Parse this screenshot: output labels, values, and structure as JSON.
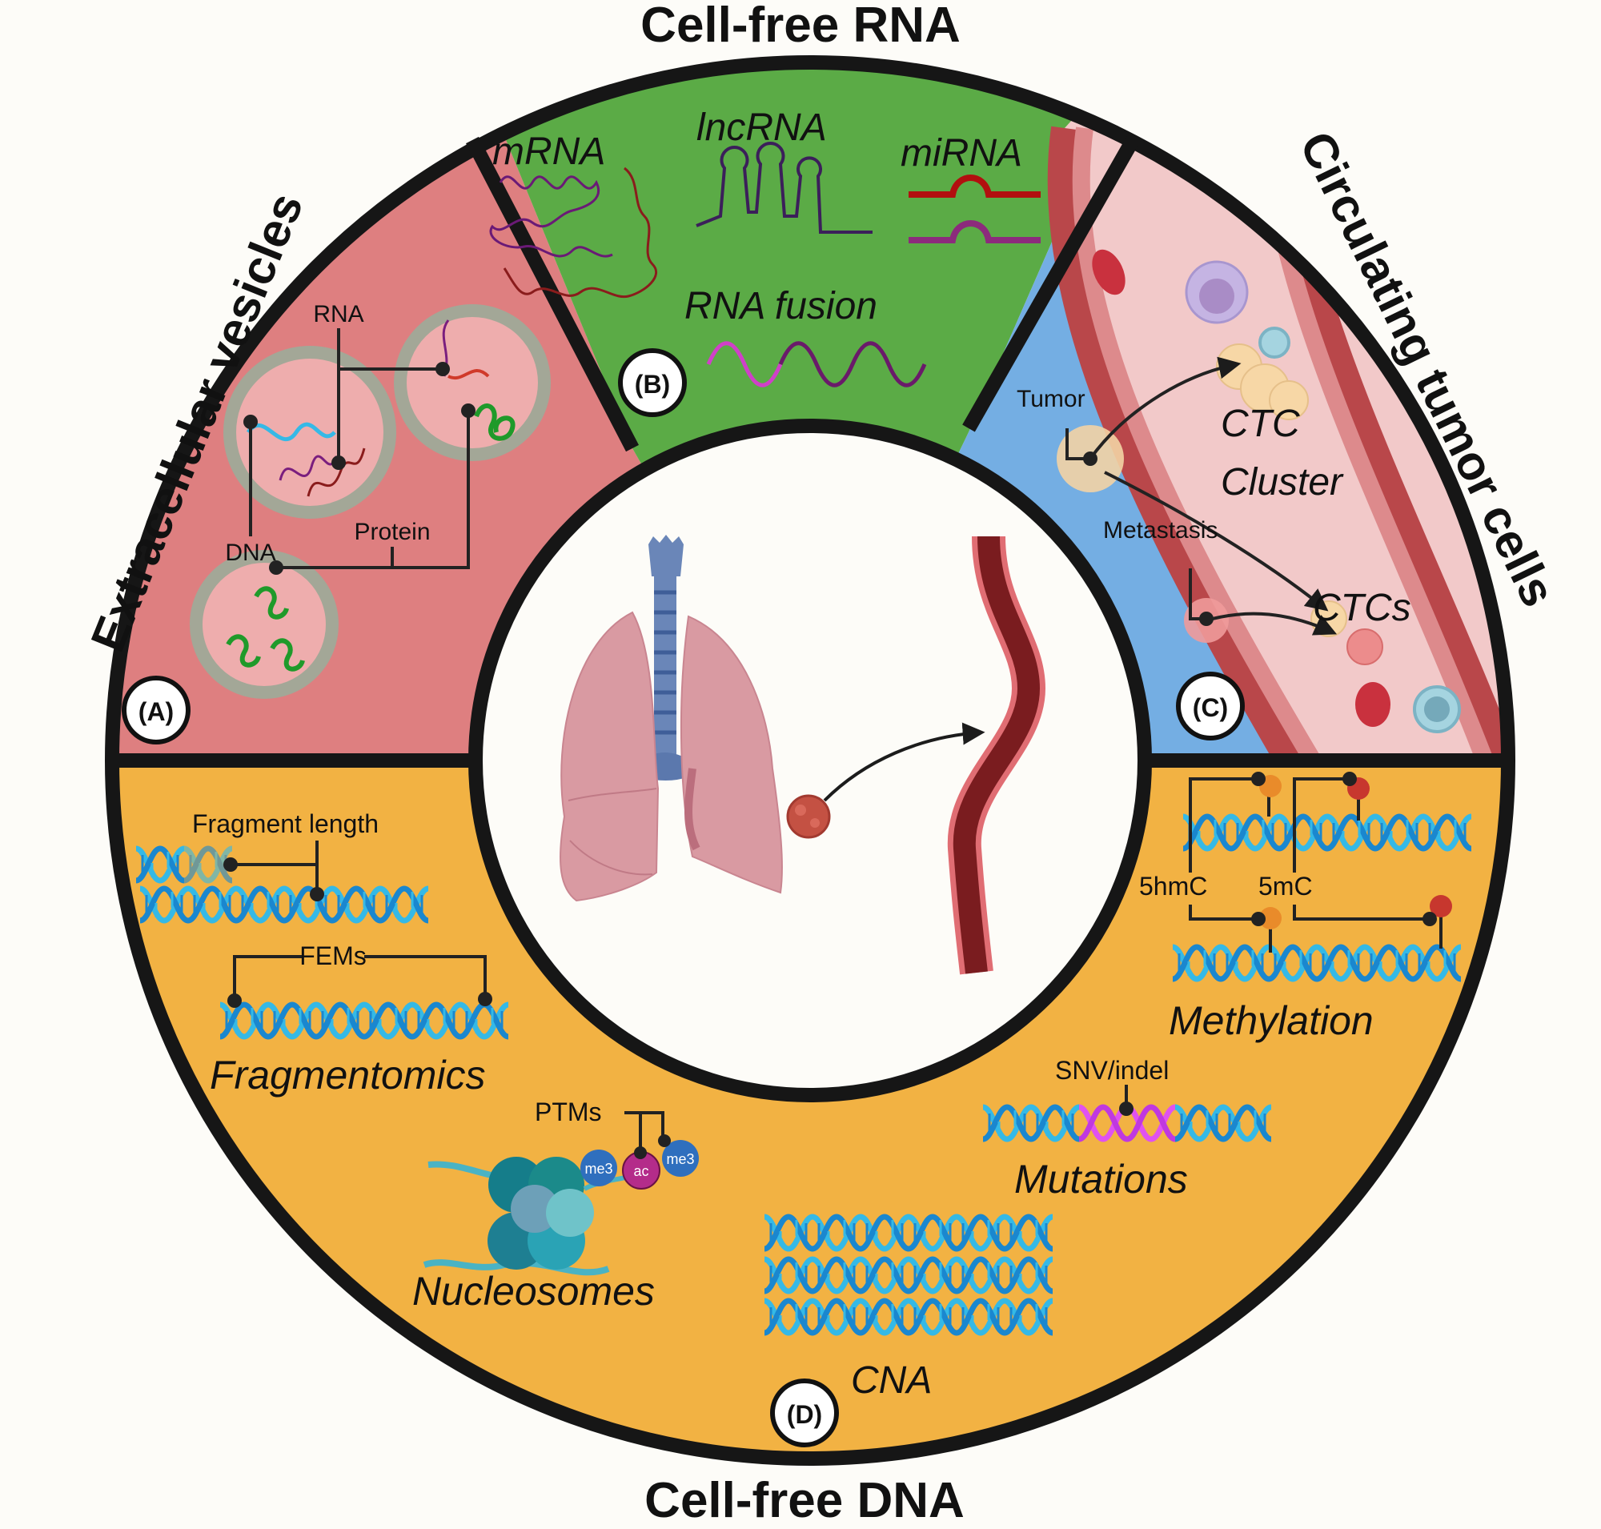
{
  "colors": {
    "background": "#fdfcf8",
    "ring_outline": "#161616",
    "extracellular_vesicles": "#de7f80",
    "cell_free_rna": "#5bab46",
    "circulating_tumor_cells_tissue": "#74aee3",
    "circulating_tumor_cells_vessel": "#f2c9c9",
    "cell_free_dna": "#f2b243",
    "center": "#fdfcf8",
    "dna_light": "#35b9e6",
    "dna_dark": "#1a87cf",
    "mutation_highlight": "#e052f0",
    "methyl_5hmC": "#e98b2a",
    "methyl_5mC": "#c7372e"
  },
  "titles": {
    "top": "Cell-free RNA",
    "bottom": "Cell-free DNA",
    "left": "Extracellular vesicles",
    "right": "Circulating tumor cells"
  },
  "sections": {
    "A": {
      "badge": "(A)",
      "labels": {
        "rna": "RNA",
        "dna": "DNA",
        "protein": "Protein"
      }
    },
    "B": {
      "badge": "(B)",
      "labels": {
        "mrna": "mRNA",
        "lncrna": "lncRNA",
        "mirna": "miRNA",
        "rna_fusion": "RNA fusion"
      }
    },
    "C": {
      "badge": "(C)",
      "labels": {
        "tumor": "Tumor",
        "metastasis": "Metastasis",
        "ctc_cluster_line1": "CTC",
        "ctc_cluster_line2": "Cluster",
        "ctcs": "CTCs"
      }
    },
    "D": {
      "badge": "(D)",
      "labels": {
        "fragment_length": "Fragment length",
        "fems": "FEMs",
        "fragmentomics": "Fragmentomics",
        "ptms": "PTMs",
        "ptm_marks": [
          "me3",
          "ac",
          "me3"
        ],
        "nucleosomes": "Nucleosomes",
        "cna": "CNA",
        "snv_indel": "SNV/indel",
        "mutations": "Mutations",
        "hmc": "5hmC",
        "mc": "5mC",
        "methylation": "Methylation"
      }
    }
  },
  "center": {
    "icons": [
      "trachea",
      "lungs",
      "tumor",
      "blood-vessel",
      "arrow"
    ]
  }
}
